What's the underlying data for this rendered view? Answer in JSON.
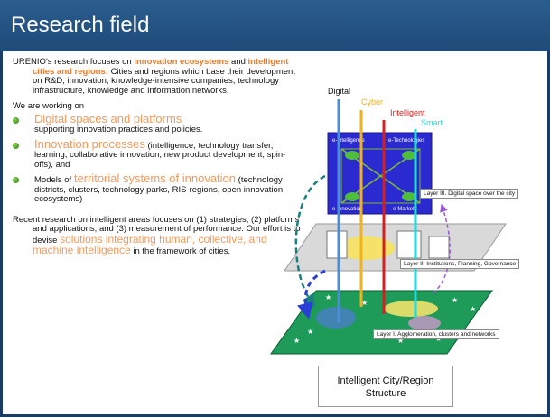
{
  "slide": {
    "title": "Research field",
    "intro": {
      "prefix": "URENIO's research focuses on ",
      "innovation": "innovation ecosystems",
      "and": " and ",
      "intelligent": "intelligent cities and regions:",
      "rest": " Cities and regions which base their development on R&D, innovation, knowledge-intensive companies, technology infrastructure, knowledge and information networks."
    },
    "working_on": "We are working on",
    "bullets": [
      {
        "highlight": "Digital spaces and platforms",
        "text": "supporting innovation practices and policies."
      },
      {
        "highlight": "Innovation processes",
        "text": " (intelligence, technology transfer, learning, collaborative innovation, new product development, spin-offs), and"
      },
      {
        "prefix": "Models of ",
        "highlight": "territorial systems of innovation",
        "text": " (technology districts, clusters, technology parks, RIS-regions, open innovation ecosystems)"
      }
    ],
    "recent": {
      "text": "Recent research on intelligent areas focuses on (1) strategies, (2) platforms and applications, and (3) measurement of performance. Our effort is to devise ",
      "highlight": "solutions integrating human, collective, and machine intelligence",
      "tail": " in the framework of cities."
    }
  },
  "diagram": {
    "lines": [
      "Digital",
      "Cyber",
      "Intelligent",
      "Smart"
    ],
    "line_colors": {
      "digital": "#4a8fd6",
      "cyber": "#f2b21c",
      "intelligent": "#d42020",
      "smart": "#2ad6d6"
    },
    "top_labels": [
      "e-Intelligence",
      "e-Technologies",
      "e-Innovation",
      "e-Markets"
    ],
    "layer3": "Layer III. Digital space over the city",
    "layer2": "Layer II. Institutions, Planning, Governance",
    "layer1": "Layer I. Agglomeration, clusters and networks",
    "caption_line1": "Intelligent City/Region",
    "caption_line2": "Structure"
  },
  "colors": {
    "title_bar": "#1f4b78",
    "accent_orange": "#f07a2b"
  }
}
